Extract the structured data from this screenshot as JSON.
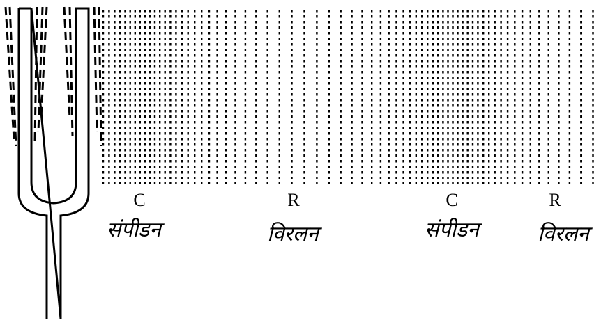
{
  "labels": {
    "compression_symbol_1": "C",
    "rarefaction_symbol_1": "R",
    "compression_symbol_2": "C",
    "rarefaction_symbol_2": "R",
    "compression_hindi_1": "संपीडन",
    "rarefaction_hindi_1": "विरलन",
    "compression_hindi_2": "संपीडन",
    "rarefaction_hindi_2": "विरलन"
  },
  "colors": {
    "ink": "#000000",
    "background": "#ffffff"
  },
  "icons": {
    "source": "tuning-fork-icon"
  }
}
